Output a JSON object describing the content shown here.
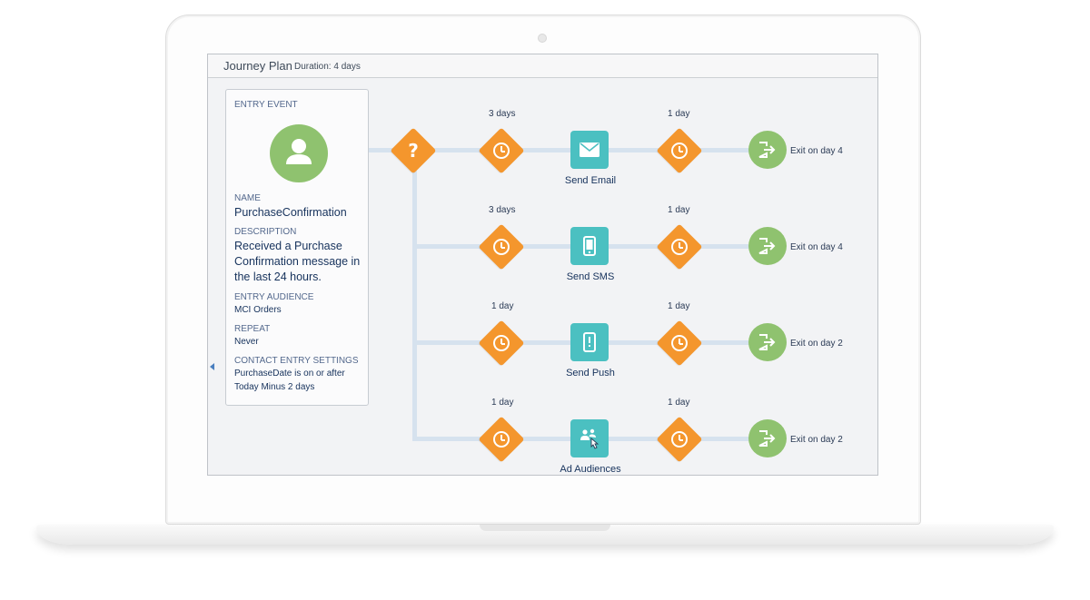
{
  "journey": {
    "title": "Journey Plan",
    "duration": "Duration: 4 days"
  },
  "entry": {
    "header": "ENTRY EVENT",
    "name_label": "NAME",
    "name": "PurchaseConfirmation",
    "description_label": "DESCRIPTION",
    "description_lines": [
      "Received a Purchase",
      "Confirmation message in",
      "the last 24 hours."
    ],
    "audience_label": "ENTRY AUDIENCE",
    "audience": "MCI Orders",
    "repeat_label": "REPEAT",
    "repeat": "Never",
    "settings_label": "CONTACT ENTRY SETTINGS",
    "settings_lines": [
      "PurchaseDate is on or after",
      "Today Minus 2 days"
    ]
  },
  "paths": [
    {
      "wait1": "3 days",
      "activity": "Send Email",
      "activity_icon": "envelope-icon",
      "wait2": "1 day",
      "exit": "Exit on day 4"
    },
    {
      "wait1": "3 days",
      "activity": "Send SMS",
      "activity_icon": "mobile-phone-icon",
      "wait2": "1 day",
      "exit": "Exit on day 4"
    },
    {
      "wait1": "1 day",
      "activity": "Send Push",
      "activity_icon": "push-notification-icon",
      "wait2": "1 day",
      "exit": "Exit on day 2"
    },
    {
      "wait1": "1 day",
      "activity": "Ad Audiences",
      "activity_icon": "ad-audiences-icon",
      "wait2": "1 day",
      "exit": "Exit on day 2"
    }
  ],
  "colors": {
    "wait": "#f4962d",
    "activity": "#4bc0c1",
    "exit": "#8fc26f",
    "connector": "#d6e2ee"
  }
}
